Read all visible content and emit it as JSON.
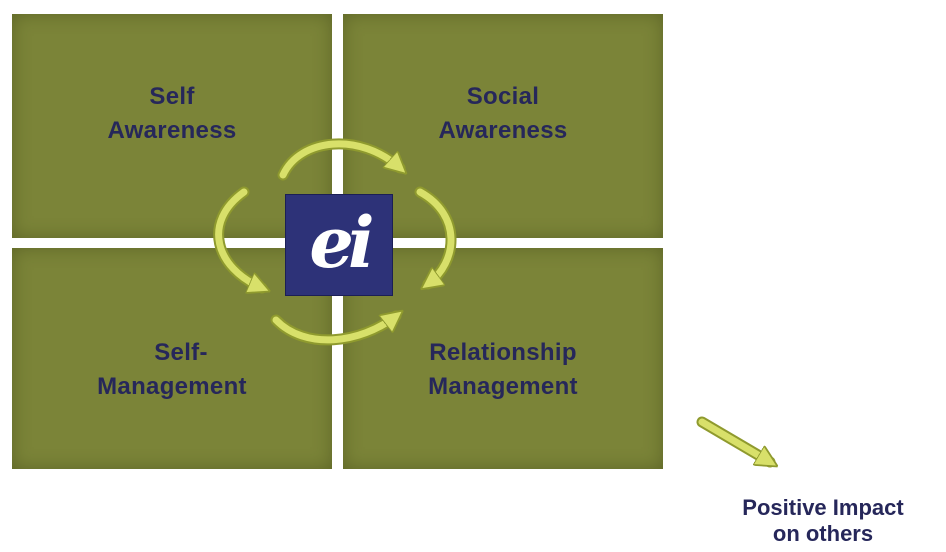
{
  "quadrants": {
    "self_awareness": [
      "Self",
      "Awareness"
    ],
    "social_awareness": [
      "Social",
      "Awareness"
    ],
    "self_management": [
      "Self-",
      "Management"
    ],
    "relationship_management": [
      "Relationship",
      "Management"
    ]
  },
  "center_logo": {
    "text": "ei"
  },
  "impact": [
    "Positive Impact",
    "on others"
  ],
  "colors": {
    "quadrant": "#7b8438",
    "label": "#26275a",
    "logo_bg": "#2d3278",
    "arrow": "#d8e06a"
  }
}
